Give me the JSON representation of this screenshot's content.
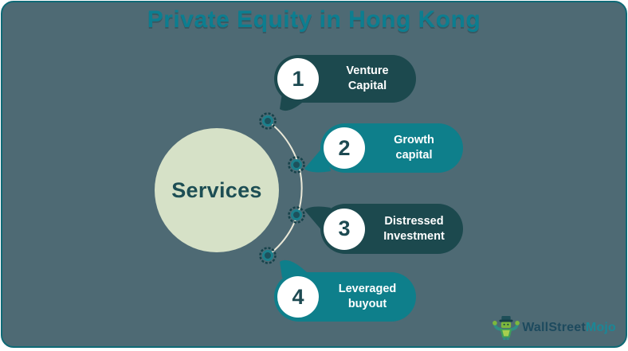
{
  "title": "Private Equity in Hong Kong",
  "center": {
    "label": "Services"
  },
  "items": [
    {
      "number": "1",
      "label": "Venture Capital",
      "variant": "dark"
    },
    {
      "number": "2",
      "label": "Growth capital",
      "variant": "teal"
    },
    {
      "number": "3",
      "label": "Distressed Investment",
      "variant": "dark"
    },
    {
      "number": "4",
      "label": "Leveraged buyout",
      "variant": "teal"
    }
  ],
  "logo": {
    "icon": "wallstreetmojo-mascot-icon",
    "part1": "WallStreet",
    "part2": "Mojo"
  },
  "colors": {
    "background": "#4e6a74",
    "panel_border": "#0e6a76",
    "title": "#0c7e90",
    "pill_dark": "#1c494e",
    "pill_teal": "#0e7f8b",
    "pill_text": "#ffffff",
    "number_text": "#1d4a52",
    "center_circle": "#d6e1c7",
    "center_text": "#1d4e54",
    "arc_line": "#ebe9d8",
    "dot_ring": "#1b7f8b",
    "dot_outline": "#16424a",
    "logo_text_primary": "#1d4a5e",
    "logo_text_accent": "#1b8796"
  }
}
